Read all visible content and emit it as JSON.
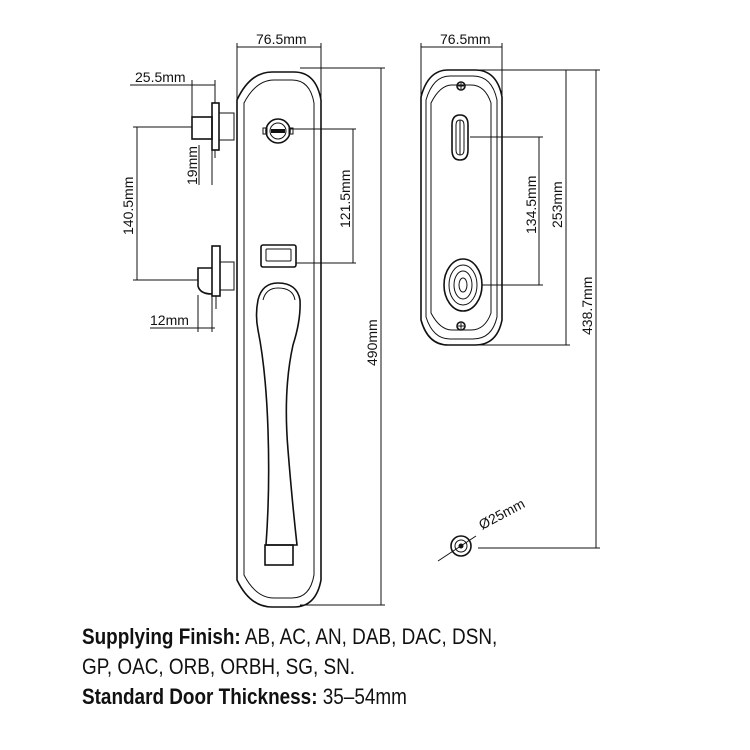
{
  "drawing": {
    "dimensions": {
      "front_plate_width": "76.5mm",
      "back_plate_width": "76.5mm",
      "spindle_width": "25.5mm",
      "spindle_depth": "19mm",
      "center_distance_front": "140.5mm",
      "cylinder_to_thumb": "121.5mm",
      "front_plate_height": "490mm",
      "back_screw_distance": "134.5mm",
      "back_plate_height": "253mm",
      "overall_height": "438.7mm",
      "latch_depth": "12mm",
      "rose_diameter": "Ø25mm"
    }
  },
  "specs": {
    "finish_label": "Supplying Finish:",
    "finish_value": " AB, AC, AN, DAB, DAC, DSN,",
    "finish_value_2": "GP, OAC, ORB, ORBH, SG, SN.",
    "thickness_label": "Standard Door Thickness:",
    "thickness_value": " 35–54mm"
  }
}
